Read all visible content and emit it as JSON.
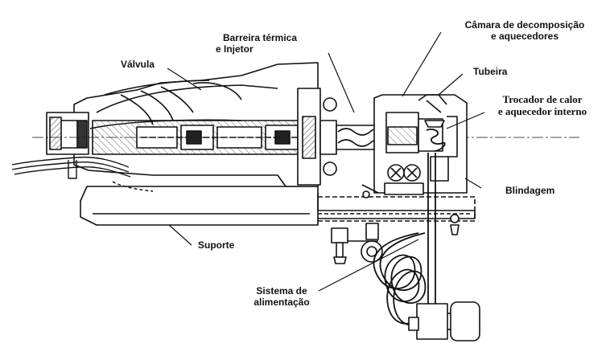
{
  "labels": {
    "valvula": "Válvula",
    "barreira_l1": "Barreira térmica",
    "barreira_l2": "e Injetor",
    "camara_l1": "Câmara de decomposição",
    "camara_l2": "e aquecedores",
    "tubeira": "Tubeira",
    "trocador_l1": "Trocador de calor",
    "trocador_l2": "e aquecedor interno",
    "blindagem": "Blindagem",
    "suporte": "Suporte",
    "sistema_l1": "Sistema de",
    "sistema_l2": "alimentação"
  },
  "colors": {
    "ink": "#111111",
    "hatch": "#555555",
    "background": "#ffffff"
  }
}
